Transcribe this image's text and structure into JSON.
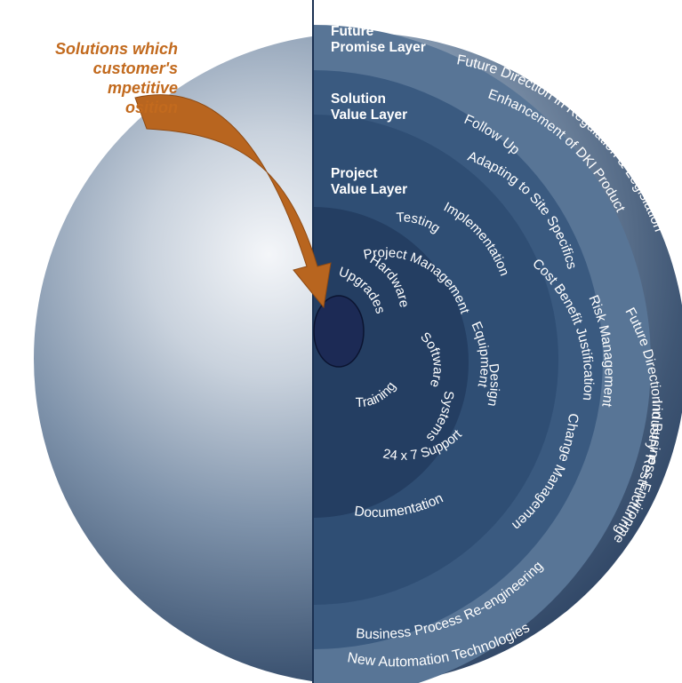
{
  "callout": {
    "lines": [
      "Solutions which",
      "customer's",
      "mpetitive",
      "osition"
    ]
  },
  "layers": {
    "future": {
      "title": [
        "Future",
        "Promise Layer"
      ],
      "items": [
        "Future Direction in Regulation & Legislation",
        "Industry Restructuring",
        "New Automation Technologies"
      ]
    },
    "solution": {
      "title": [
        "Solution",
        "Value Layer"
      ],
      "items": [
        "Enhancement of DKI Product",
        "Future Direction in Business Environment",
        "Follow Up",
        "Risk Management",
        "Business Process Re-engineering"
      ]
    },
    "project": {
      "title": [
        "Project",
        "Value Layer"
      ],
      "items": [
        "Adapting to Site Specifics",
        "Cost Benefit Justification",
        "Change Management",
        "Documentation"
      ]
    },
    "core": {
      "items": [
        "Implementation",
        "Equipment",
        "Design",
        "Testing",
        "Project Management",
        "Hardware",
        "Software",
        "Systems",
        "24 x 7 Support",
        "Upgrades",
        "Training"
      ]
    }
  },
  "colors": {
    "callout": "#c26a1e",
    "arrow": "#b8651f",
    "core_fill": "#1c2a55",
    "sphere": "#4a6285"
  }
}
